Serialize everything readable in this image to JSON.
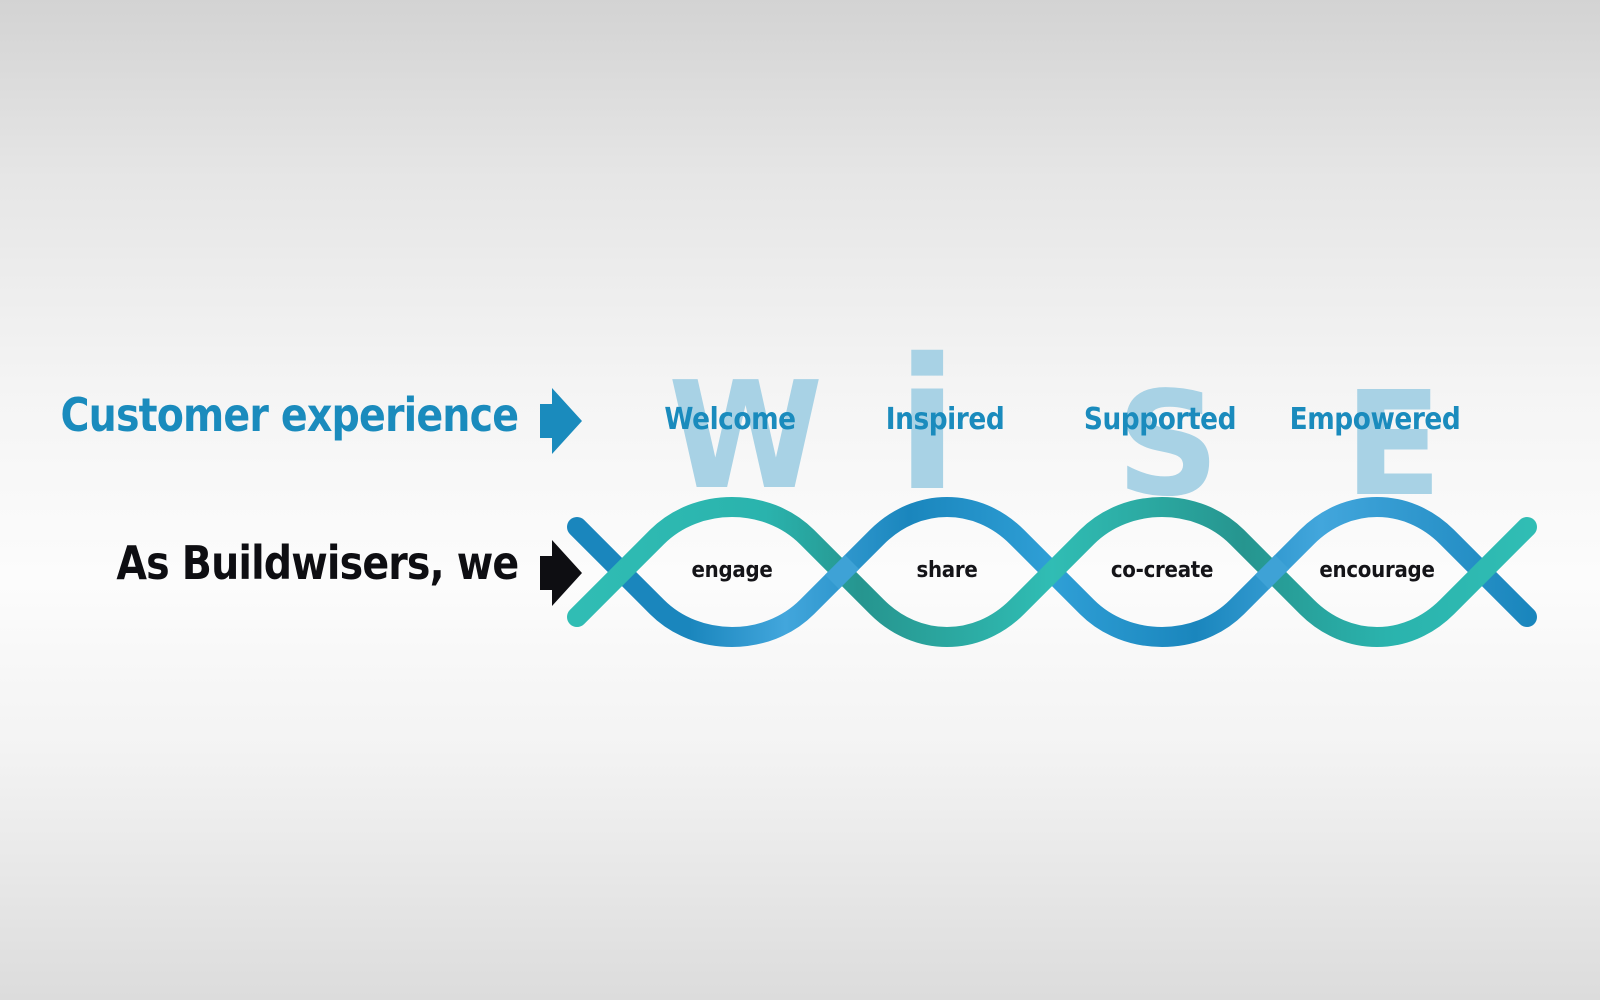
{
  "rows": {
    "customer_experience": "Customer experience",
    "buildwisers": "As Buildwisers, we"
  },
  "acronym": {
    "letters": [
      "W",
      "i",
      "S",
      "E"
    ]
  },
  "experience_words": [
    "Welcome",
    "Inspired",
    "Supported",
    "Empowered"
  ],
  "action_words": [
    "engage",
    "share",
    "co-create",
    "encourage"
  ],
  "colors": {
    "blue": "#1a8bbd",
    "light_blue": "#a8d2e5",
    "teal": "#2fb8b0",
    "dark": "#0e0e12"
  }
}
